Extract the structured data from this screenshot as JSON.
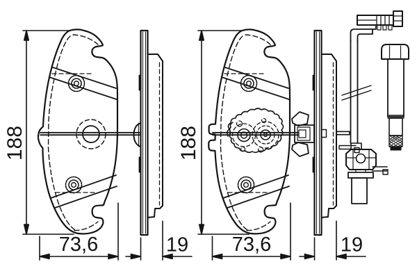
{
  "drawing": {
    "type": "technical-drawing-brake-pad-set",
    "background_color": "#ffffff",
    "line_color": "#141414",
    "dimensions": {
      "pad1_height": "188",
      "pad1_width": "73,6",
      "pad1_thickness": "19",
      "pad2_height": "188",
      "pad2_width": "73,6",
      "pad2_thickness": "19"
    }
  }
}
